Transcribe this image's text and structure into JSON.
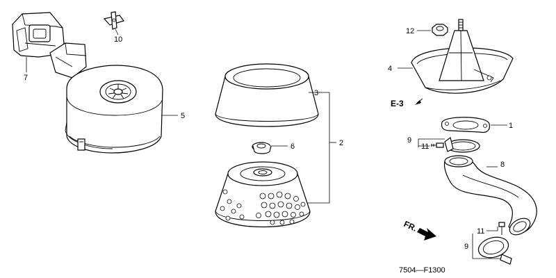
{
  "diagram": {
    "reference_label": "E-3",
    "front_label": "FR.",
    "figure_code": "7504—F1300",
    "callouts": {
      "c1": "1",
      "c2": "2",
      "c3": "3",
      "c4": "4",
      "c5": "5",
      "c6": "6",
      "c7": "7",
      "c8": "8",
      "c9a": "9",
      "c9b": "9",
      "c10": "10",
      "c11a": "11",
      "c11b": "11",
      "c12": "12"
    }
  }
}
